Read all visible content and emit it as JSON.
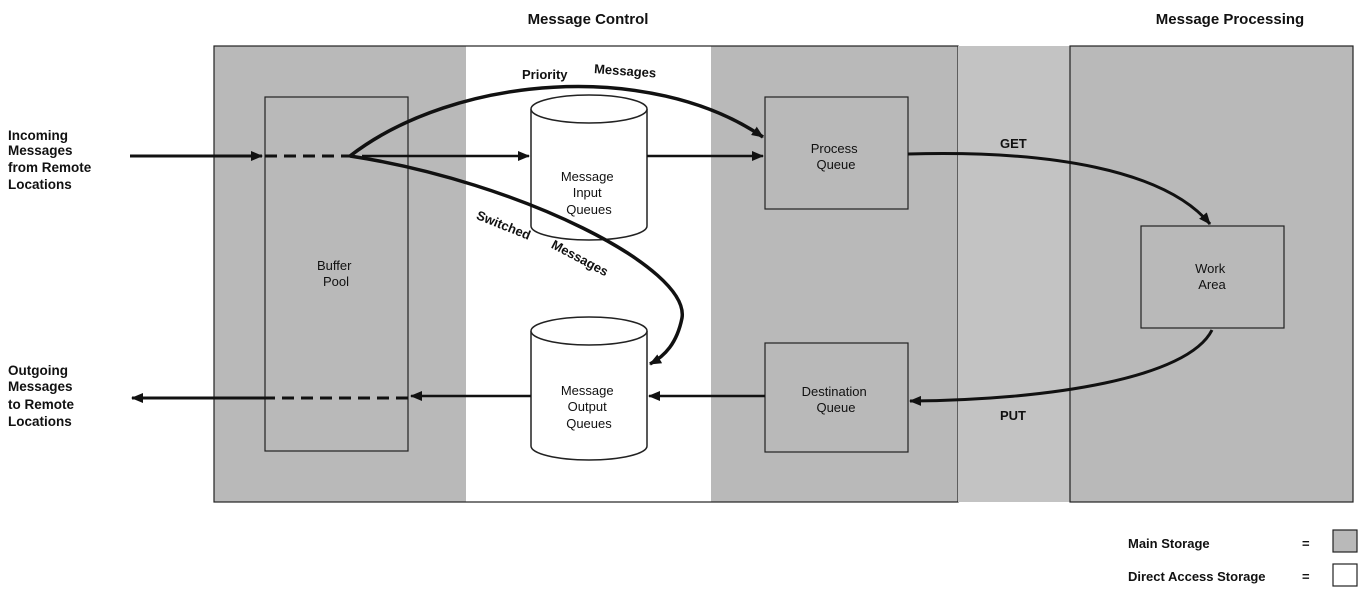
{
  "headers": {
    "control": "Message Control",
    "processing": "Message Processing"
  },
  "incoming": [
    "Incoming",
    "Messages",
    "from Remote",
    "Locations"
  ],
  "outgoing": [
    "Outgoing",
    "Messages",
    "to Remote",
    "Locations"
  ],
  "buffer_pool": [
    "Buffer",
    "Pool"
  ],
  "input_queues": [
    "Message",
    "Input",
    "Queues"
  ],
  "output_queues": [
    "Message",
    "Output",
    "Queues"
  ],
  "process_queue": [
    "Process",
    "Queue"
  ],
  "destination_queue": [
    "Destination",
    "Queue"
  ],
  "work_area": [
    "Work",
    "Area"
  ],
  "flows": {
    "priority": [
      "Priority",
      "Messages"
    ],
    "switched": [
      "Switched",
      "Messages"
    ],
    "get": "GET",
    "put": "PUT"
  },
  "legend": {
    "main": "Main Storage",
    "direct": "Direct Access Storage",
    "eq": "=",
    "main_color": "#b9b9b9",
    "direct_color": "#ffffff"
  }
}
